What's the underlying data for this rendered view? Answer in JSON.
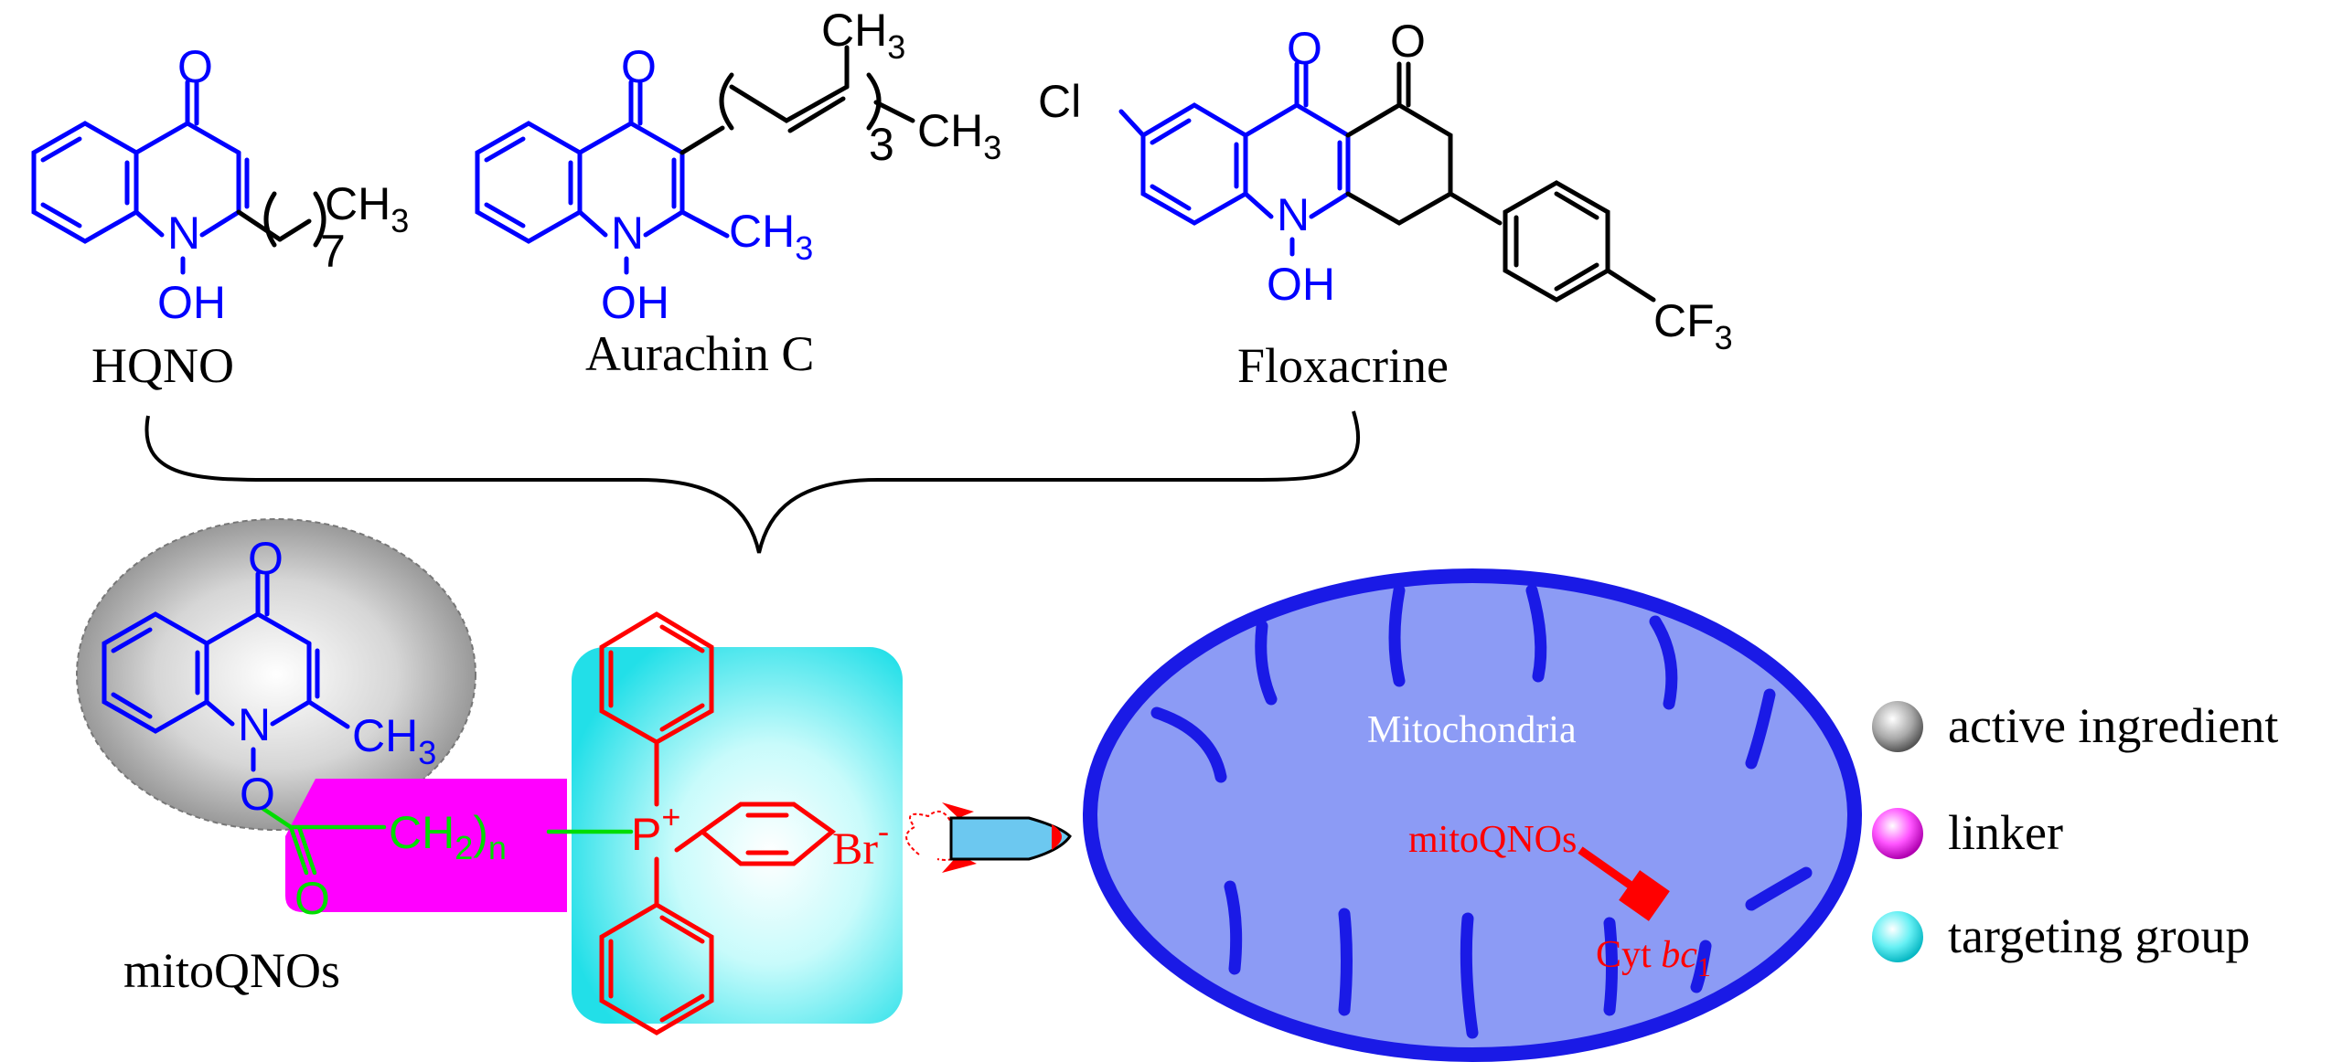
{
  "compounds": {
    "hqno": {
      "name": "HQNO",
      "atoms": {
        "oxo": "O",
        "n": "N",
        "oh": "OH",
        "ch3": "CH",
        "ch3_sub": "3",
        "repeat": "7"
      }
    },
    "aurachin": {
      "name": "Aurachin C",
      "atoms": {
        "oxo": "O",
        "n": "N",
        "oh": "OH",
        "me": "CH",
        "me_sub": "3",
        "top_ch3": "CH",
        "top_ch3_sub": "3",
        "end_ch3": "CH",
        "end_ch3_sub": "3",
        "repeat": "3"
      }
    },
    "floxacrine": {
      "name": "Floxacrine",
      "atoms": {
        "cl": "Cl",
        "oxo1": "O",
        "oxo2": "O",
        "n": "N",
        "oh": "OH",
        "cf3": "CF",
        "cf3_sub": "3"
      }
    }
  },
  "conjugate": {
    "name": "mitoQNOs",
    "atoms": {
      "oxo": "O",
      "n": "N",
      "o_link": "O",
      "ch3": "CH",
      "ch3_sub": "3",
      "carbonyl_o": "O",
      "ch2": "CH",
      "ch2_sub": "2",
      "ch2_paren": ")",
      "n_repeat": "n",
      "p": "P",
      "p_charge": "+",
      "br": "Br",
      "br_charge": "-"
    }
  },
  "mitochondria": {
    "title": "Mitochondria",
    "inner_label": "mitoQNOs",
    "target_prefix": "Cyt ",
    "target_italic": "bc",
    "target_sub": "1"
  },
  "legend": [
    {
      "label": "active ingredient",
      "color": "#9a9a9a"
    },
    {
      "label": "linker",
      "color": "#ff00ff"
    },
    {
      "label": "targeting group",
      "color": "#00e5ee"
    }
  ],
  "colors": {
    "core": "#0000ff",
    "tpp": "#ff0000",
    "linker_text": "#00dd00",
    "mito_fill": "#8c9bf5",
    "mito_stroke": "#1a1ae6"
  }
}
